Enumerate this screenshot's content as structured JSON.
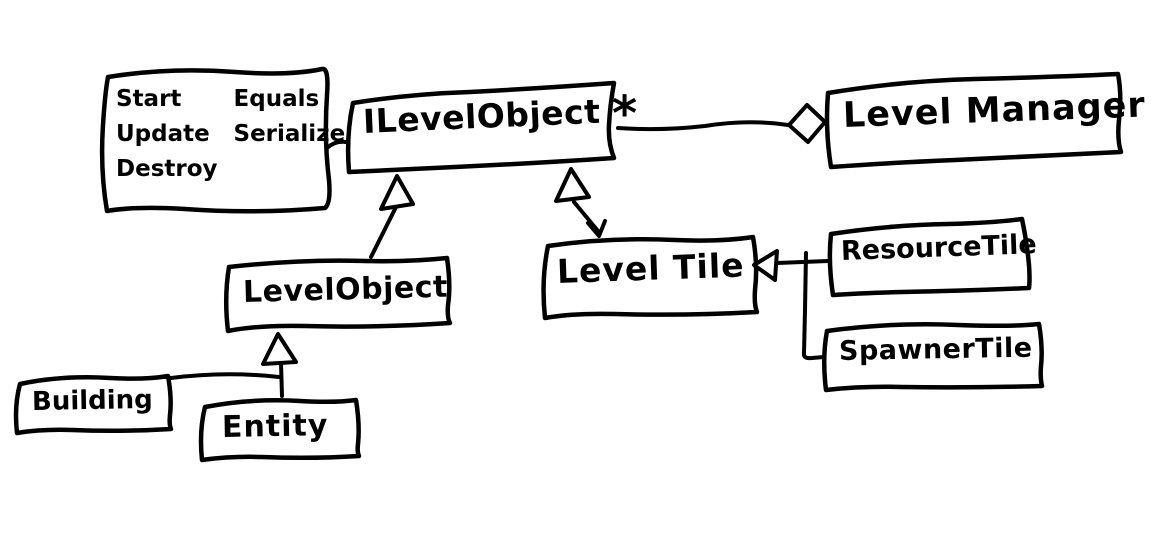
{
  "page": {
    "background": "#ffffff",
    "ink_color": "#000000"
  },
  "diagram": {
    "type": "uml-class-sketch",
    "nodes": {
      "ilevel_object": {
        "label": "ILevelObject"
      },
      "level_manager": {
        "label": "Level Manager"
      },
      "level_object": {
        "label": "LevelObject"
      },
      "level_tile": {
        "label": "Level Tile"
      },
      "resource_tile": {
        "label": "ResourceTile"
      },
      "spawner_tile": {
        "label": "SpawnerTile"
      },
      "building": {
        "label": "Building"
      },
      "entity": {
        "label": "Entity"
      }
    },
    "method_note": {
      "attached_to": "ILevelObject",
      "col1": [
        "Start",
        "Update",
        "Destroy"
      ],
      "col2": [
        "Equals",
        "Serialize"
      ]
    },
    "aggregation": {
      "from": "ILevelObject",
      "to": "Level Manager",
      "multiplicity": "*"
    },
    "relations": [
      {
        "from": "LevelObject",
        "to": "ILevelObject",
        "type": "inheritance"
      },
      {
        "from": "Level Tile",
        "to": "ILevelObject",
        "type": "inheritance"
      },
      {
        "from": "Building",
        "to": "LevelObject",
        "type": "inheritance"
      },
      {
        "from": "Entity",
        "to": "LevelObject",
        "type": "inheritance"
      },
      {
        "from": "ResourceTile",
        "to": "Level Tile",
        "type": "inheritance"
      },
      {
        "from": "SpawnerTile",
        "to": "Level Tile",
        "type": "inheritance"
      },
      {
        "from": "ILevelObject",
        "to": "Level Manager",
        "type": "aggregation",
        "multiplicity": "*"
      }
    ]
  }
}
